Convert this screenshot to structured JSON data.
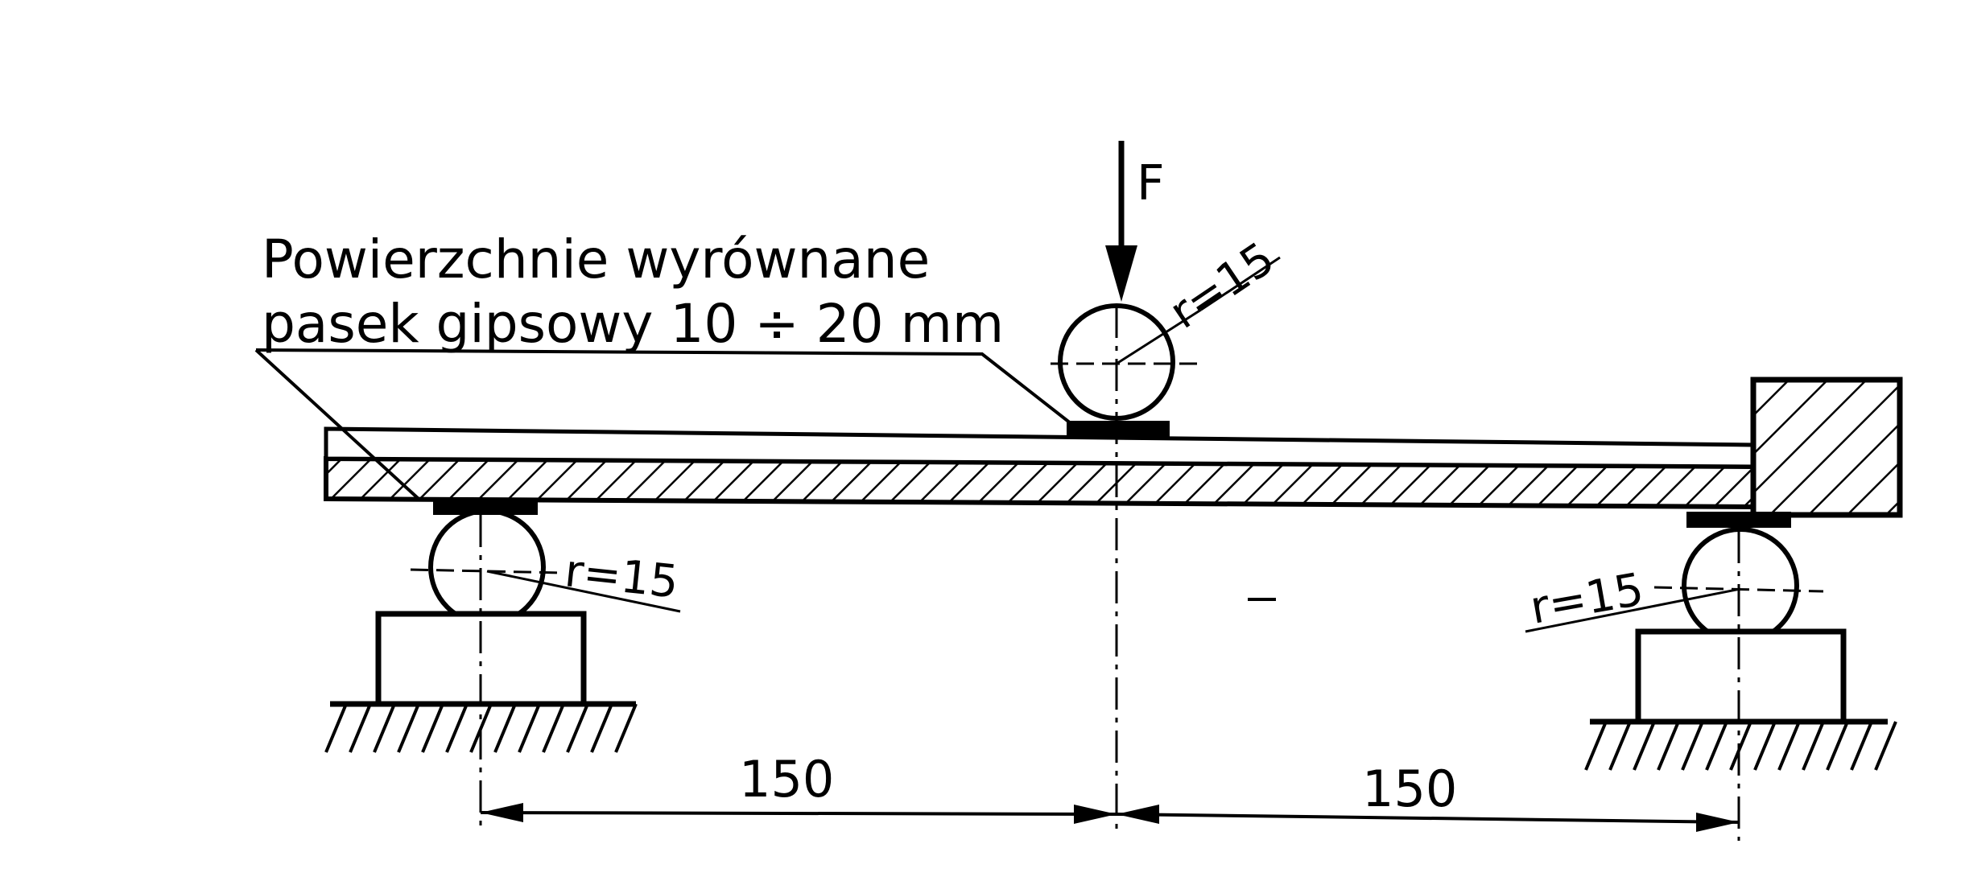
{
  "annotation": {
    "line1": "Powierzchnie  wyrównane",
    "line2": "pasek gipsowy  10 ÷ 20 mm"
  },
  "force_label": "F",
  "radius_labels": {
    "top": "r=15",
    "left": "r=15",
    "right": "r=15"
  },
  "dimensions": {
    "left_span": "150",
    "right_span": "150"
  }
}
